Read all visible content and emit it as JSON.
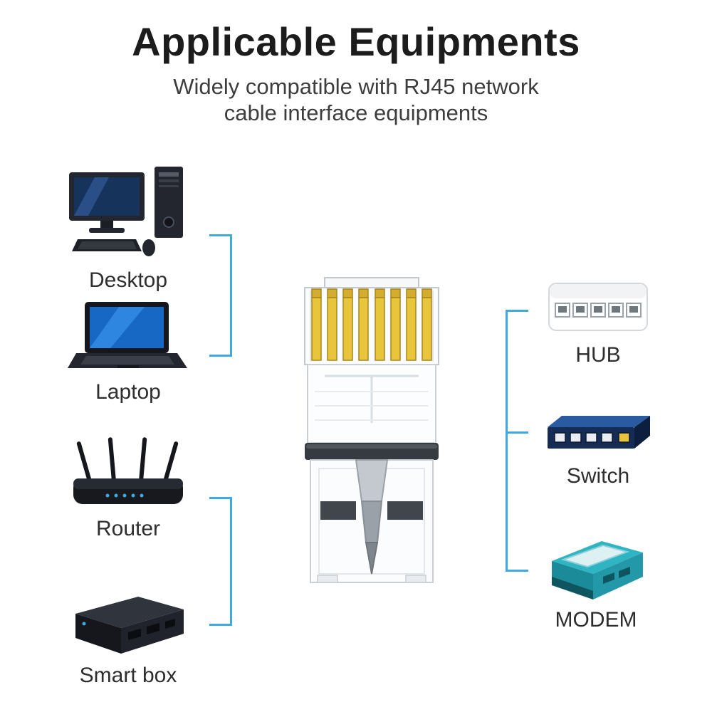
{
  "colors": {
    "accent_line": "#3fa9e0",
    "background": "#ffffff",
    "title_color": "#1c1c1c",
    "label_color": "#2e2e2e",
    "pin_gold": "#e9c53c"
  },
  "header": {
    "title": "Applicable Equipments",
    "subtitle_line1": "Widely compatible with RJ45 network",
    "subtitle_line2": "cable interface equipments"
  },
  "left_devices": [
    {
      "label": "Desktop",
      "icon": "desktop-computer-icon"
    },
    {
      "label": "Laptop",
      "icon": "laptop-icon"
    },
    {
      "label": "Router",
      "icon": "wifi-router-icon"
    },
    {
      "label": "Smart box",
      "icon": "smart-box-icon"
    }
  ],
  "right_devices": [
    {
      "label": "HUB",
      "icon": "network-hub-icon"
    },
    {
      "label": "Switch",
      "icon": "network-switch-icon"
    },
    {
      "label": "MODEM",
      "icon": "modem-icon"
    }
  ],
  "center_illustration": "rj45-connector"
}
